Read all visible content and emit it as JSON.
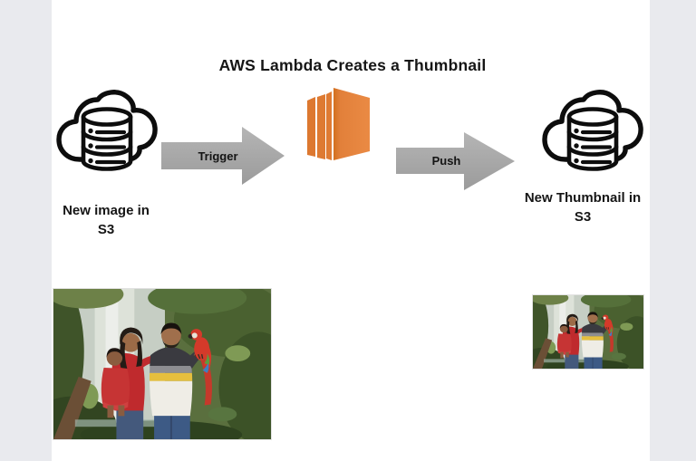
{
  "title": "AWS Lambda Creates a Thumbnail",
  "flow": {
    "source": {
      "line1": "New image in",
      "line2": "S3",
      "icon": "cloud-database-icon"
    },
    "processor": {
      "icon": "aws-lambda-icon"
    },
    "destination": {
      "line1": "New Thumbnail in",
      "line2": "S3",
      "icon": "cloud-database-icon"
    },
    "arrows": [
      {
        "label": "Trigger"
      },
      {
        "label": "Push"
      }
    ]
  },
  "images": {
    "original": {
      "alt": "Family photo with red macaw parrot in front of jungle waterfall backdrop"
    },
    "thumbnail": {
      "alt": "Smaller thumbnail of the same family photo"
    }
  },
  "colors": {
    "canvas_background": "#ffffff",
    "side_band": "#e9eaee",
    "arrow_gray": "#a7a7a7",
    "lambda_orange": "#e2803a",
    "icon_stroke": "#0d0d0d",
    "text": "#1b1b1b"
  }
}
